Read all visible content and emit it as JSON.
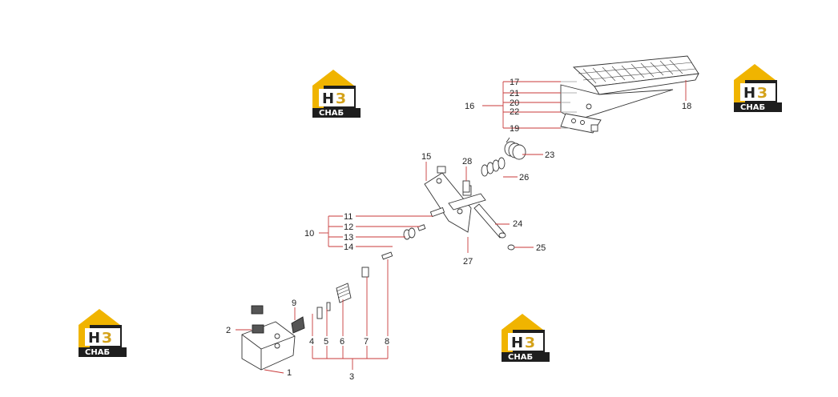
{
  "logo": {
    "letter_h": "Н",
    "letter_3": "З",
    "caption": "СНАБ",
    "colors": {
      "roof": "#f0b400",
      "dark": "#1e1e1e",
      "three": "#d4a21a"
    }
  },
  "callouts": {
    "c1": "1",
    "c2": "2",
    "c3": "3",
    "c4": "4",
    "c5": "5",
    "c6": "6",
    "c7": "7",
    "c8": "8",
    "c9": "9",
    "c10": "10",
    "c11": "11",
    "c12": "12",
    "c13": "13",
    "c14": "14",
    "c15": "15",
    "c16": "16",
    "c17": "17",
    "c18": "18",
    "c19": "19",
    "c20": "20",
    "c21": "21",
    "c22": "22",
    "c23": "23",
    "c24": "24",
    "c25": "25",
    "c26": "26",
    "c27": "27",
    "c28": "28"
  }
}
